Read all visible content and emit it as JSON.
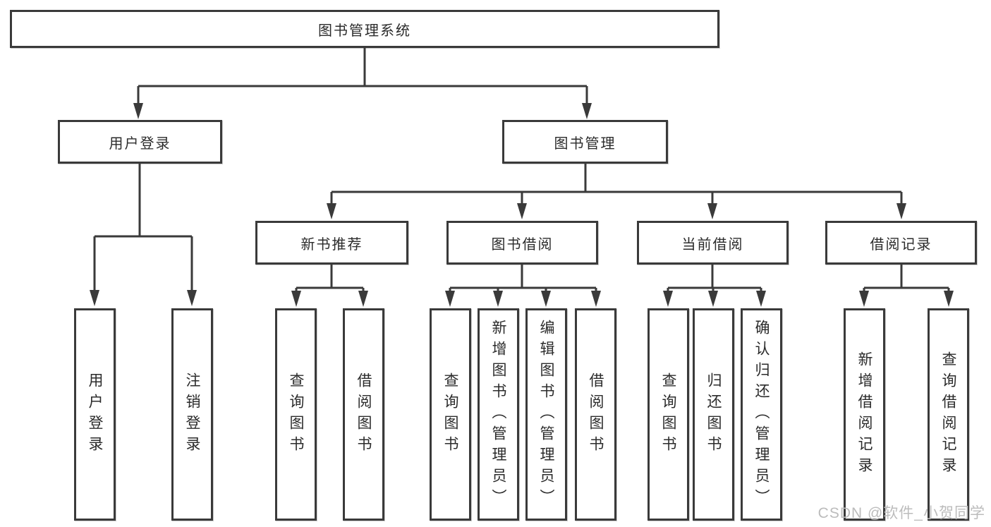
{
  "diagram": {
    "title": "图书管理系统",
    "root": {
      "label": "图书管理系统"
    },
    "level2": [
      {
        "label": "用户登录"
      },
      {
        "label": "图书管理"
      }
    ],
    "level3": [
      {
        "label": "新书推荐"
      },
      {
        "label": "图书借阅"
      },
      {
        "label": "当前借阅"
      },
      {
        "label": "借阅记录"
      }
    ],
    "leaves": [
      {
        "label": "用户登录",
        "parent": "用户登录"
      },
      {
        "label": "注销登录",
        "parent": "用户登录"
      },
      {
        "label": "查询图书",
        "parent": "新书推荐"
      },
      {
        "label": "借阅图书",
        "parent": "新书推荐"
      },
      {
        "label": "查询图书",
        "parent": "图书借阅"
      },
      {
        "label": "新增图书（管理员）",
        "parent": "图书借阅"
      },
      {
        "label": "编辑图书（管理员）",
        "parent": "图书借阅"
      },
      {
        "label": "借阅图书",
        "parent": "图书借阅"
      },
      {
        "label": "查询图书",
        "parent": "当前借阅"
      },
      {
        "label": "归还图书",
        "parent": "当前借阅"
      },
      {
        "label": "确认归还（管理员）",
        "parent": "当前借阅"
      },
      {
        "label": "新增借阅记录",
        "parent": "借阅记录"
      },
      {
        "label": "查询借阅记录",
        "parent": "借阅记录"
      }
    ]
  },
  "watermark": {
    "text": "CSDN @软件_小贺同学"
  },
  "colors": {
    "line": "#3a3a3a",
    "box_border": "#3a3a3a",
    "text": "#2b2b2b",
    "background": "#ffffff",
    "watermark": "#bcbcbc"
  }
}
